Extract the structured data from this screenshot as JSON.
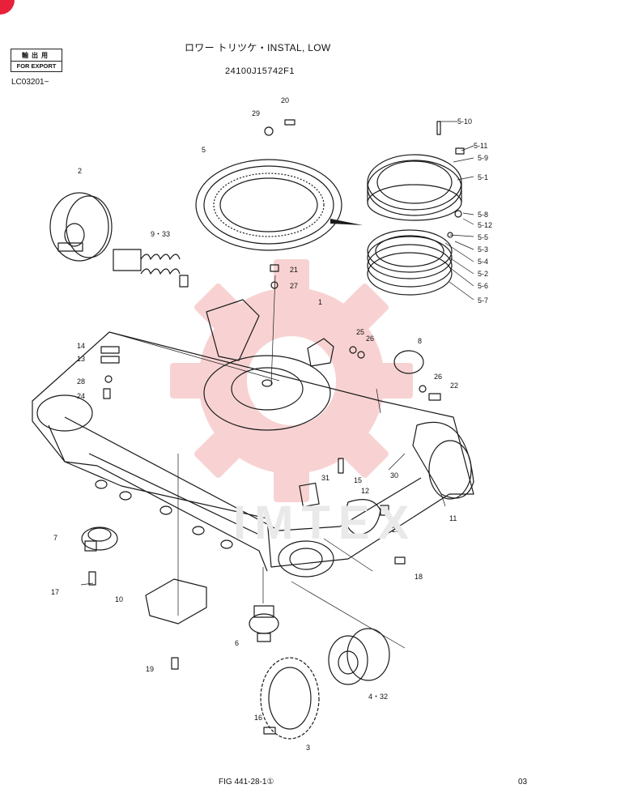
{
  "header": {
    "title": "ロワー トリツケ・INSTAL, LOW",
    "part_number": "24100J15742F1",
    "export_badge_jp": "輸出用",
    "export_badge_en": "FOR EXPORT",
    "serial_range": "LC03201~"
  },
  "footer": {
    "figure_ref": "FIG 441-28-1①",
    "page": "03"
  },
  "watermark": "IMTEX",
  "callouts": {
    "c1": "1",
    "c2": "2",
    "c3": "3",
    "c4_32": "4・32",
    "c5": "5",
    "c5_1": "5-1",
    "c5_2": "5-2",
    "c5_3": "5-3",
    "c5_4": "5-4",
    "c5_5": "5-5",
    "c5_6": "5-6",
    "c5_7": "5-7",
    "c5_8": "5-8",
    "c5_9": "5-9",
    "c5_10": "5-10",
    "c5_11": "5-11",
    "c5_12": "5-12",
    "c6": "6",
    "c7": "7",
    "c8": "8",
    "c9_33": "9・33",
    "c10": "10",
    "c11": "11",
    "c12": "12",
    "c13": "13",
    "c14": "14",
    "c15": "15",
    "c16": "16",
    "c17": "17",
    "c18": "18",
    "c19": "19",
    "c20": "20",
    "c21": "21",
    "c22": "22",
    "c23": "23",
    "c24": "24",
    "c25": "25",
    "c26a": "26",
    "c26b": "26",
    "c27": "27",
    "c28": "28",
    "c29": "29",
    "c30": "30",
    "c31": "31"
  },
  "colors": {
    "line": "#1a1a1a",
    "watermark": "#f4b7b7",
    "accent": "#e8203a"
  }
}
